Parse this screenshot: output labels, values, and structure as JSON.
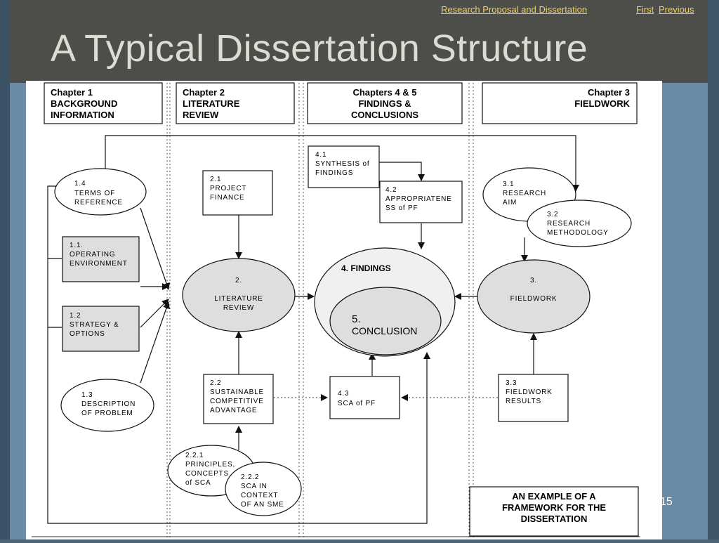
{
  "nav": {
    "proposal_link": "Research Proposal and Dissertation",
    "first_link": "First",
    "previous_link": "Previous"
  },
  "slide": {
    "title": "A Typical Dissertation Structure",
    "page_number": "15"
  },
  "colors": {
    "header_bg": "#4d4d49",
    "title_text": "#dcdcd4",
    "nav_link": "#f0d060",
    "side_band": "#6b8aa3",
    "shaded_node": "#dedede"
  },
  "diagram": {
    "chapters": {
      "ch1": [
        "Chapter 1",
        "BACKGROUND",
        "INFORMATION"
      ],
      "ch2": [
        "Chapter 2",
        "LITERATURE",
        "REVIEW"
      ],
      "ch45": [
        "Chapters 4 & 5",
        "FINDINGS &",
        "CONCLUSIONS"
      ],
      "ch3": [
        "Chapter 3",
        "FIELDWORK"
      ]
    },
    "nodes": {
      "n1_4": [
        "1.4",
        "TERMS OF",
        "REFERENCE"
      ],
      "n1_1": [
        "1.1.",
        "OPERATING",
        "ENVIRONMENT"
      ],
      "n1_2": [
        "1.2",
        "STRATEGY &",
        "OPTIONS"
      ],
      "n1_3": [
        "1.3",
        "DESCRIPTION",
        "OF PROBLEM"
      ],
      "n2_1": [
        "2.1",
        "PROJECT",
        "FINANCE"
      ],
      "n2": [
        "2.",
        "LITERATURE",
        "REVIEW"
      ],
      "n2_2": [
        "2.2",
        "SUSTAINABLE",
        "COMPETITIVE",
        "ADVANTAGE"
      ],
      "n2_2_1": [
        "2.2.1",
        "PRINCIPLES,",
        "CONCEPTS",
        "of SCA"
      ],
      "n2_2_2": [
        "2.2.2",
        "SCA IN",
        "CONTEXT",
        "OF AN SME"
      ],
      "n4_1": [
        "4.1",
        "SYNTHESIS of",
        "FINDINGS"
      ],
      "n4_2": [
        "4.2",
        "APPROPRIATENE",
        "SS of PF"
      ],
      "n4": "4. FINDINGS",
      "n5": [
        "5.",
        "CONCLUSION"
      ],
      "n4_3": [
        "4.3",
        "SCA of PF"
      ],
      "n3_1": [
        "3.1",
        "RESEARCH",
        "AIM"
      ],
      "n3_2": [
        "3.2",
        "RESEARCH",
        "METHODOLOGY"
      ],
      "n3": [
        "3.",
        "FIELDWORK"
      ],
      "n3_3": [
        "3.3",
        "FIELDWORK",
        "RESULTS"
      ]
    },
    "caption": [
      "AN EXAMPLE OF A",
      "FRAMEWORK FOR THE",
      "DISSERTATION"
    ]
  }
}
